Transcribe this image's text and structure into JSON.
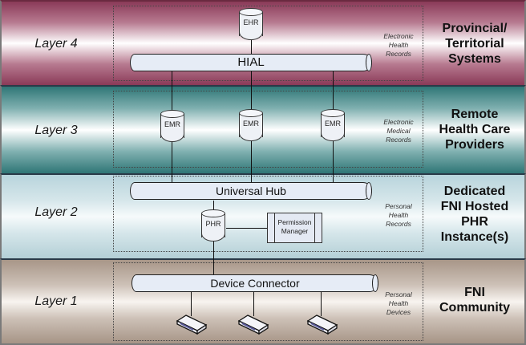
{
  "layers": [
    {
      "id": 4,
      "label": "Layer 4",
      "title": [
        "Provincial/",
        "Territorial",
        "Systems"
      ],
      "caption": [
        "Electronic",
        "Health",
        "Records"
      ]
    },
    {
      "id": 3,
      "label": "Layer 3",
      "title": [
        "Remote",
        "Health Care",
        "Providers"
      ],
      "caption": [
        "Electronic",
        "Medical",
        "Records"
      ]
    },
    {
      "id": 2,
      "label": "Layer 2",
      "title": [
        "Dedicated",
        "FNI Hosted",
        "PHR",
        "Instance(s)"
      ],
      "caption": [
        "Personal",
        "Health",
        "Records"
      ]
    },
    {
      "id": 1,
      "label": "Layer 1",
      "title": [
        "FNI",
        "Community"
      ],
      "caption": [
        "Personal",
        "Health",
        "Devices"
      ]
    }
  ],
  "components": {
    "ehr": "EHR",
    "hial": "HIAL",
    "emr": [
      "EMR",
      "EMR",
      "EMR"
    ],
    "universal_hub": "Universal Hub",
    "phr": "PHR",
    "permission_manager": [
      "Permission",
      "Manager"
    ],
    "device_connector": "Device Connector",
    "devices": [
      "device",
      "device",
      "device"
    ]
  },
  "colors": {
    "layer4": "#8a3a58",
    "layer3": "#2f7676",
    "layer2": "#b8d4dc",
    "layer1": "#a89688",
    "pipe_fill": "#e6ecf6"
  }
}
